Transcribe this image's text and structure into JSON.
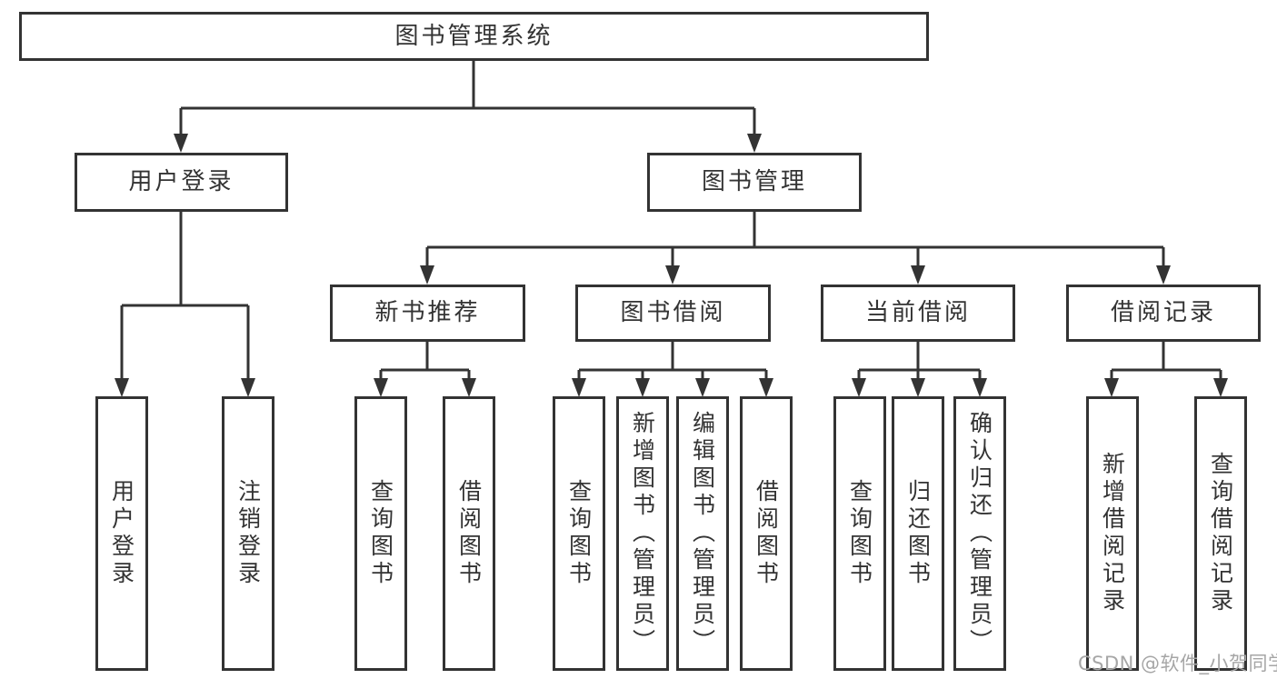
{
  "diagram_title": "图书管理系统",
  "colors": {
    "line": "#333333",
    "text": "#333333",
    "box_background": "#ffffff",
    "page_background": "#ffffff",
    "watermark": "#a6a6a6"
  },
  "watermark": {
    "text": "CSDN @软件_小贺同学"
  },
  "tree": {
    "root": {
      "label": "图书管理系统"
    },
    "level2": [
      {
        "label": "用户登录"
      },
      {
        "label": "图书管理"
      }
    ],
    "level3": [
      {
        "label": "新书推荐"
      },
      {
        "label": "图书借阅"
      },
      {
        "label": "当前借阅"
      },
      {
        "label": "借阅记录"
      }
    ],
    "leaves": {
      "user_login": [
        "用户登录",
        "注销登录"
      ],
      "new_book_recommend": [
        "查询图书",
        "借阅图书"
      ],
      "book_borrow": [
        "查询图书",
        "新增图书（管理员）",
        "编辑图书（管理员）",
        "借阅图书"
      ],
      "current_borrow": [
        "查询图书",
        "归还图书",
        "确认归还（管理员）"
      ],
      "borrow_records": [
        "新增借阅记录",
        "查询借阅记录"
      ]
    }
  }
}
